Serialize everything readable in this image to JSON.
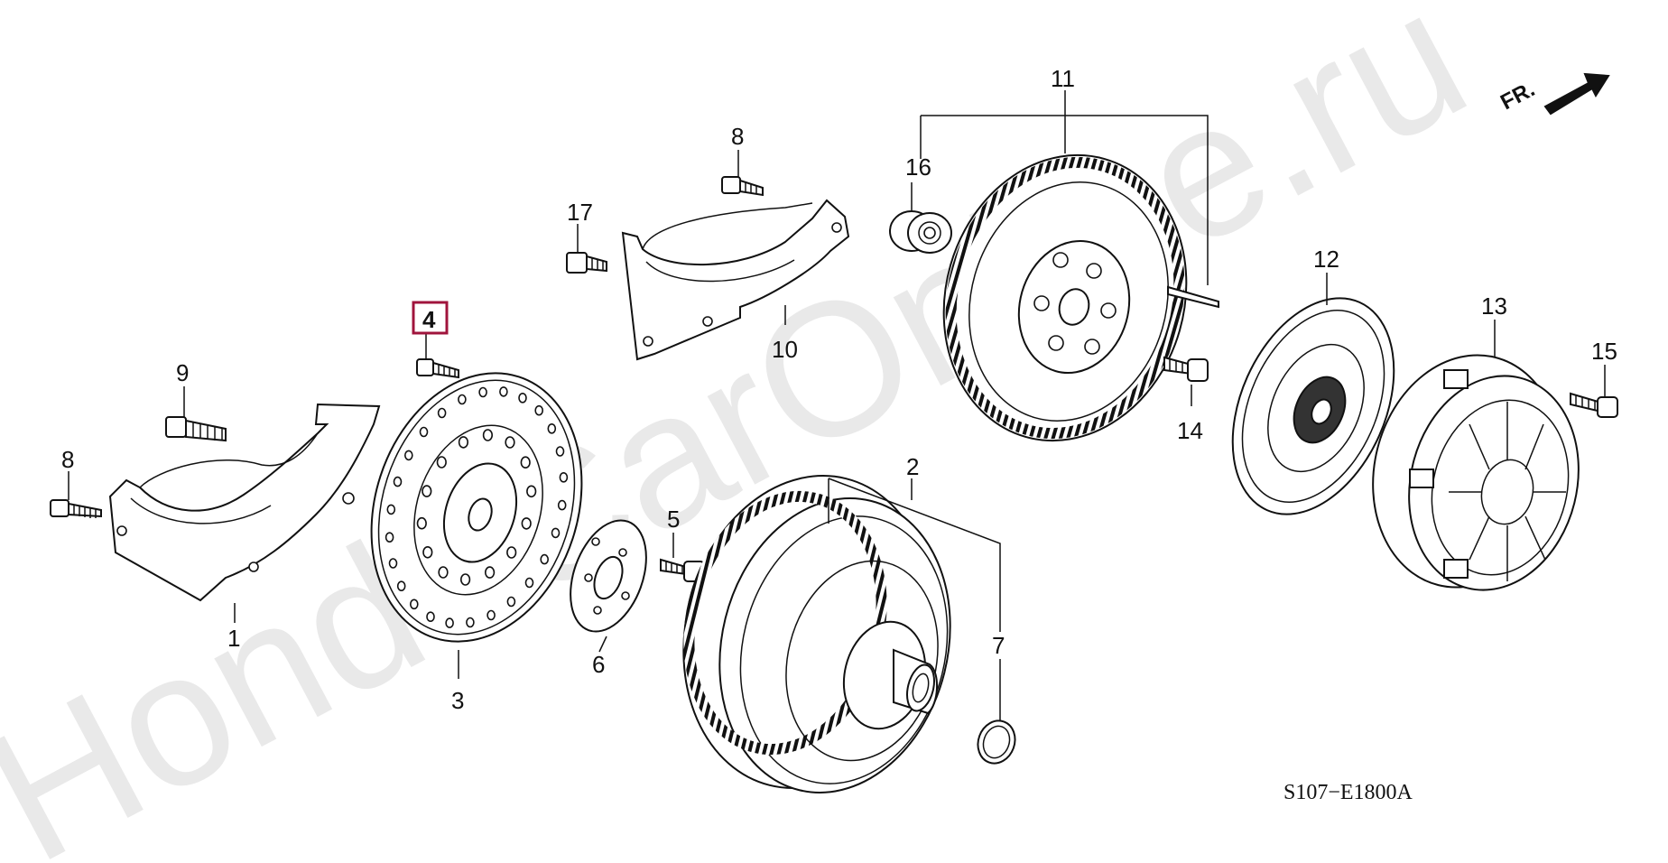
{
  "watermark": "HondaCarOnline.ru",
  "direction_label": "FR.",
  "diagram_code": "S107−E1800A",
  "highlighted_part": "4",
  "callouts": [
    {
      "id": "1",
      "label": "1"
    },
    {
      "id": "2",
      "label": "2"
    },
    {
      "id": "3",
      "label": "3"
    },
    {
      "id": "4",
      "label": "4"
    },
    {
      "id": "5",
      "label": "5"
    },
    {
      "id": "6",
      "label": "6"
    },
    {
      "id": "7",
      "label": "7"
    },
    {
      "id": "8a",
      "label": "8"
    },
    {
      "id": "8b",
      "label": "8"
    },
    {
      "id": "9",
      "label": "9"
    },
    {
      "id": "10",
      "label": "10"
    },
    {
      "id": "11",
      "label": "11"
    },
    {
      "id": "12",
      "label": "12"
    },
    {
      "id": "13",
      "label": "13"
    },
    {
      "id": "14",
      "label": "14"
    },
    {
      "id": "15",
      "label": "15"
    },
    {
      "id": "16",
      "label": "16"
    },
    {
      "id": "17",
      "label": "17"
    }
  ],
  "colors": {
    "highlight": "#a0143c",
    "line": "#111111",
    "watermark": "#e9e9e9"
  }
}
